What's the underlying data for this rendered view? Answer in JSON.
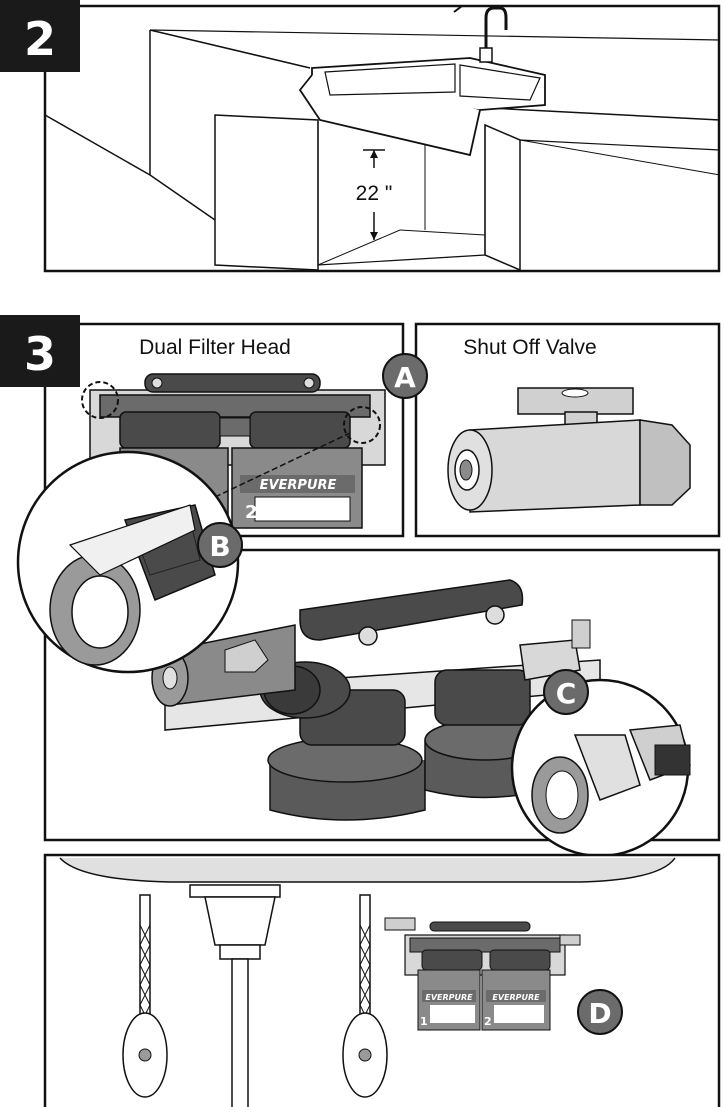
{
  "steps": {
    "step2": {
      "number": "2",
      "measurement": "22 \""
    },
    "step3": {
      "number": "3",
      "panel_a_title": "Dual Filter Head",
      "panel_valve_title": "Shut Off Valve",
      "callouts": {
        "a": "A",
        "b": "B",
        "c": "C",
        "d": "D"
      },
      "cartridge_brand": "EVERPURE",
      "cartridge_numbers": [
        "1",
        "2"
      ]
    }
  },
  "colors": {
    "ink": "#111111",
    "dark_gray": "#4a4a4a",
    "mid_gray": "#8a8a8a",
    "light_gray": "#cfcfcf",
    "badge": "#1a1a1a",
    "callout_fill": "#6b6b6b"
  }
}
